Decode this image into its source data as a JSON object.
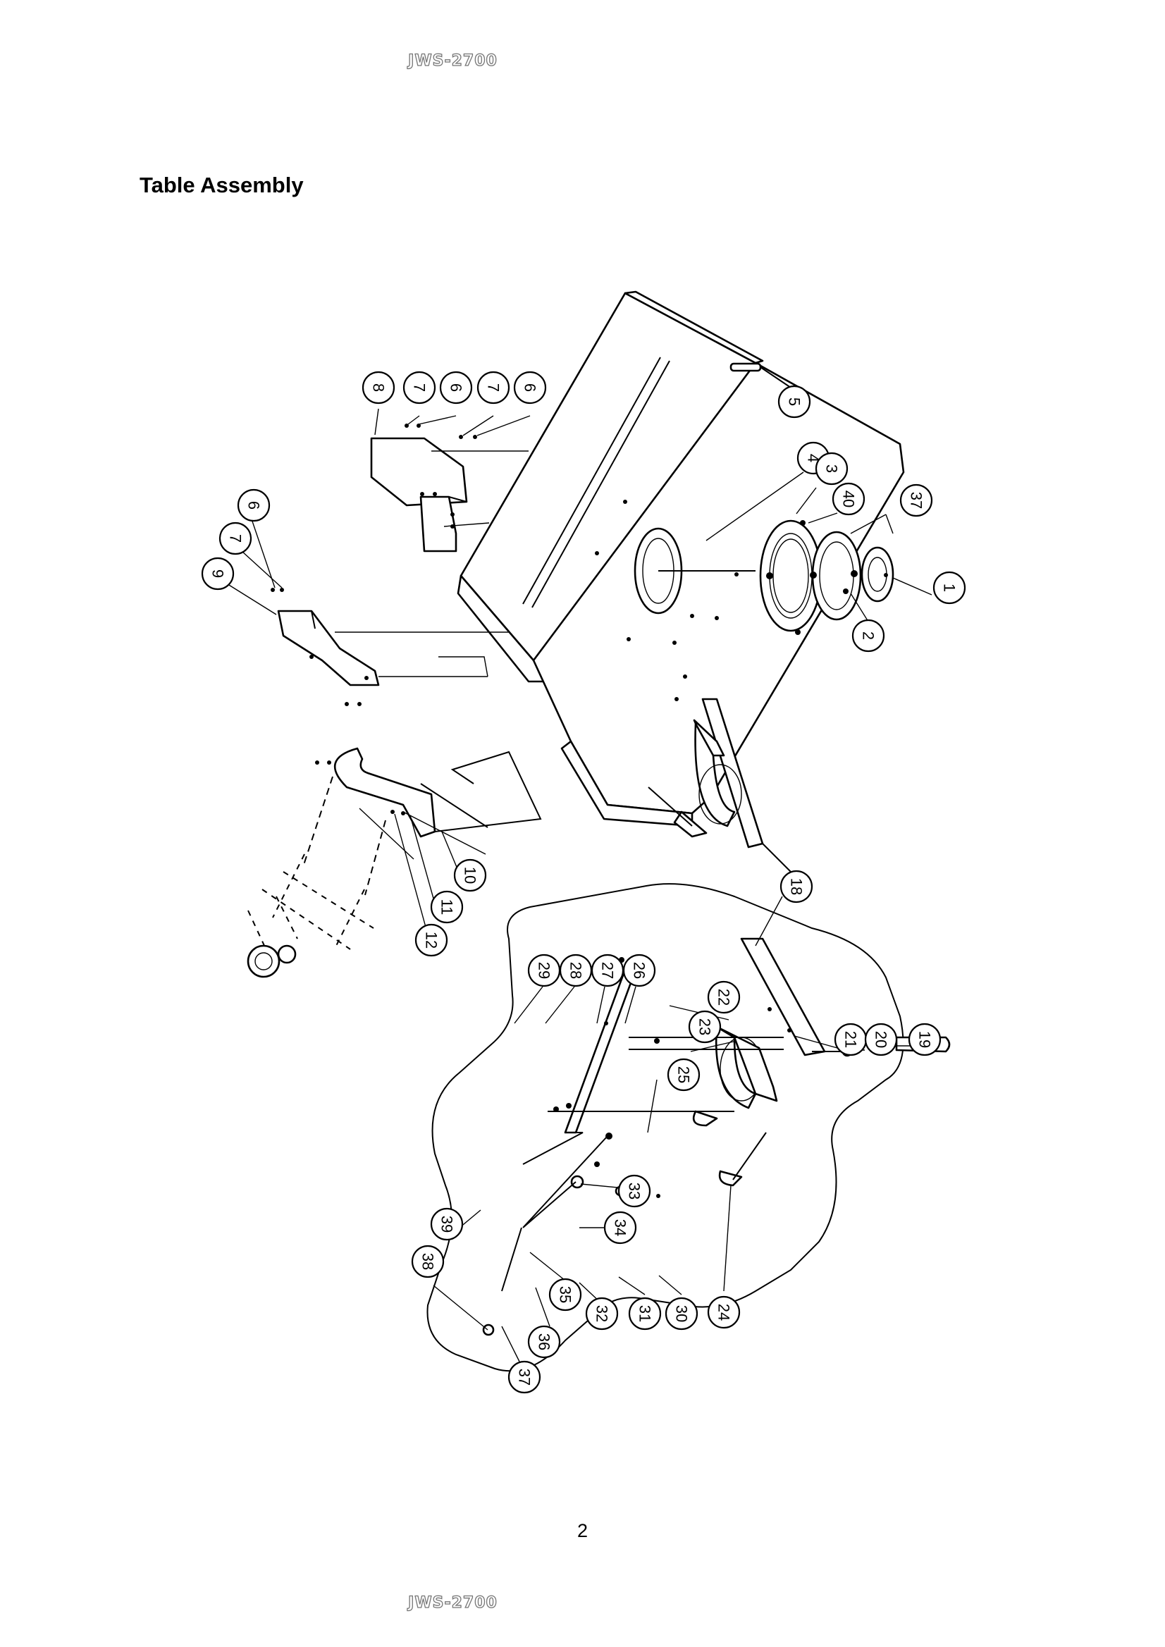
{
  "header": {
    "model": "JWS-2700"
  },
  "footer": {
    "model": "JWS-2700",
    "page_number": "2"
  },
  "section": {
    "title": "Table Assembly"
  },
  "diagram": {
    "callouts": [
      {
        "id": "c8",
        "label": "8"
      },
      {
        "id": "c7a",
        "label": "7"
      },
      {
        "id": "c6a",
        "label": "6"
      },
      {
        "id": "c7b",
        "label": "7"
      },
      {
        "id": "c6b",
        "label": "6"
      },
      {
        "id": "c5",
        "label": "5"
      },
      {
        "id": "c4",
        "label": "4"
      },
      {
        "id": "c3",
        "label": "3"
      },
      {
        "id": "c40",
        "label": "40"
      },
      {
        "id": "c37a",
        "label": "37"
      },
      {
        "id": "c1",
        "label": "1"
      },
      {
        "id": "c2",
        "label": "2"
      },
      {
        "id": "c6c",
        "label": "6"
      },
      {
        "id": "c7c",
        "label": "7"
      },
      {
        "id": "c9",
        "label": "9"
      },
      {
        "id": "c10",
        "label": "10"
      },
      {
        "id": "c11",
        "label": "11"
      },
      {
        "id": "c12",
        "label": "12"
      },
      {
        "id": "c18",
        "label": "18"
      },
      {
        "id": "c29",
        "label": "29"
      },
      {
        "id": "c28",
        "label": "28"
      },
      {
        "id": "c27",
        "label": "27"
      },
      {
        "id": "c26",
        "label": "26"
      },
      {
        "id": "c22",
        "label": "22"
      },
      {
        "id": "c23",
        "label": "23"
      },
      {
        "id": "c21",
        "label": "21"
      },
      {
        "id": "c20",
        "label": "20"
      },
      {
        "id": "c19",
        "label": "19"
      },
      {
        "id": "c25",
        "label": "25"
      },
      {
        "id": "c33",
        "label": "33"
      },
      {
        "id": "c34",
        "label": "34"
      },
      {
        "id": "c39",
        "label": "39"
      },
      {
        "id": "c38",
        "label": "38"
      },
      {
        "id": "c35",
        "label": "35"
      },
      {
        "id": "c32",
        "label": "32"
      },
      {
        "id": "c31",
        "label": "31"
      },
      {
        "id": "c30",
        "label": "30"
      },
      {
        "id": "c24",
        "label": "24"
      },
      {
        "id": "c36",
        "label": "36"
      },
      {
        "id": "c37b",
        "label": "37"
      }
    ]
  }
}
